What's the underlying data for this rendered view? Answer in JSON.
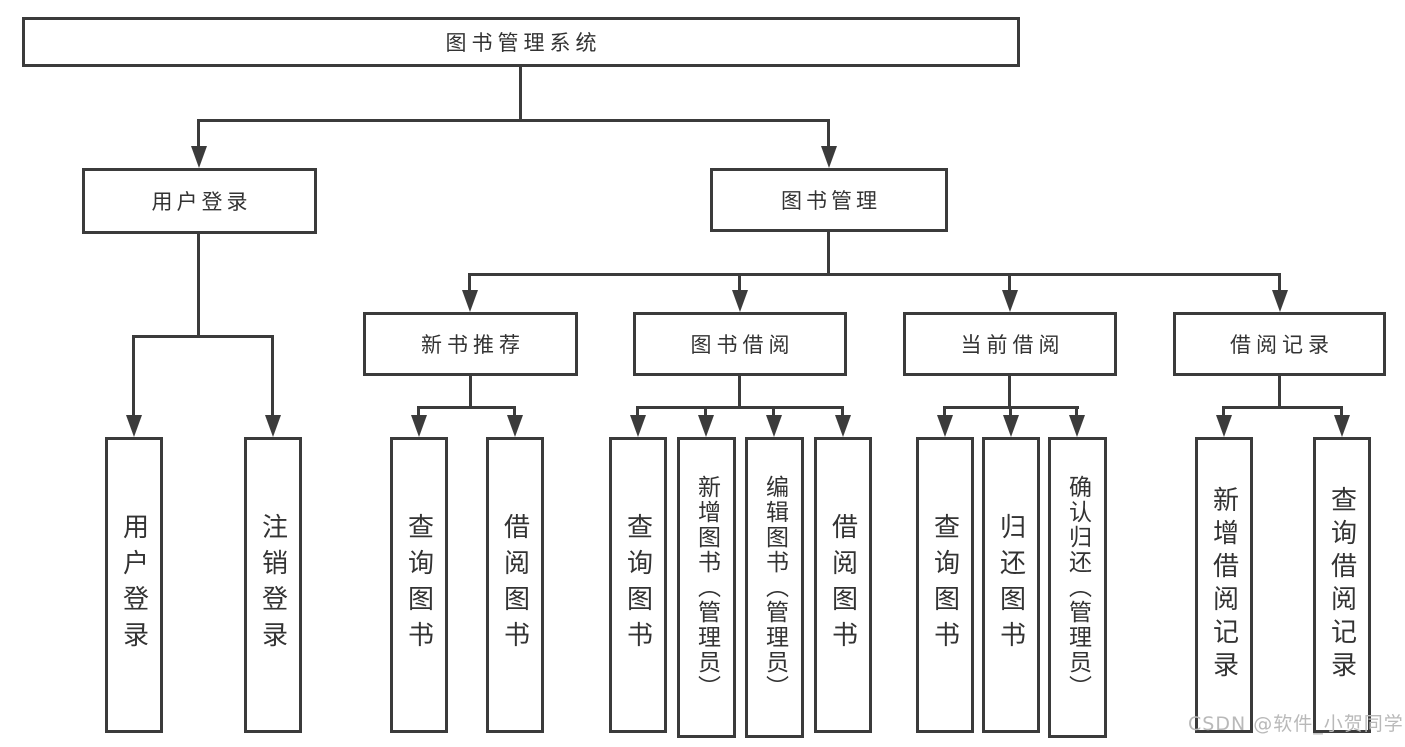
{
  "diagram": {
    "root": {
      "label": "图书管理系统"
    },
    "level2": [
      {
        "label": "用户登录"
      },
      {
        "label": "图书管理"
      }
    ],
    "level3": [
      {
        "label": "新书推荐"
      },
      {
        "label": "图书借阅"
      },
      {
        "label": "当前借阅"
      },
      {
        "label": "借阅记录"
      }
    ],
    "leaves": {
      "user_login": [
        {
          "label": "用户登录"
        },
        {
          "label": "注销登录"
        }
      ],
      "new_books": [
        {
          "label": "查询图书"
        },
        {
          "label": "借阅图书"
        }
      ],
      "book_borrowing": [
        {
          "label": "查询图书"
        },
        {
          "label": "新增图书（管理员）"
        },
        {
          "label": "编辑图书（管理员）"
        },
        {
          "label": "借阅图书"
        }
      ],
      "current_borrowing": [
        {
          "label": "查询图书"
        },
        {
          "label": "归还图书"
        },
        {
          "label": "确认归还（管理员）"
        }
      ],
      "borrowing_records": [
        {
          "label": "新增借阅记录"
        },
        {
          "label": "查询借阅记录"
        }
      ]
    },
    "watermark": "CSDN @软件_小贺同学",
    "colors": {
      "line": "#3b3b3b",
      "text": "#333333",
      "watermark": "#b9b9b9",
      "background": "#ffffff"
    }
  }
}
